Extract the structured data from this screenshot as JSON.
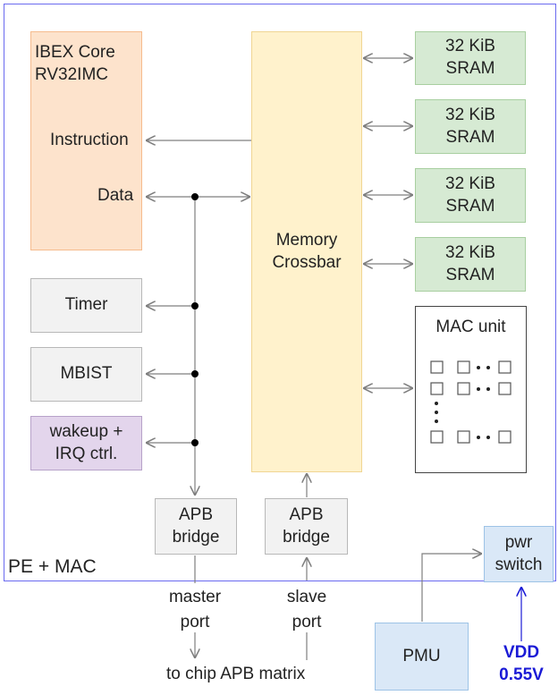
{
  "pe_label": "PE + MAC",
  "core": {
    "line1": "IBEX Core",
    "line2": "RV32IMC",
    "instruction": "Instruction",
    "data": "Data"
  },
  "crossbar": {
    "line1": "Memory",
    "line2": "Crossbar"
  },
  "srams": [
    {
      "line1": "32 KiB",
      "line2": "SRAM"
    },
    {
      "line1": "32 KiB",
      "line2": "SRAM"
    },
    {
      "line1": "32 KiB",
      "line2": "SRAM"
    },
    {
      "line1": "32 KiB",
      "line2": "SRAM"
    }
  ],
  "mac": {
    "title": "MAC unit"
  },
  "timer": "Timer",
  "mbist": "MBIST",
  "wakeup": {
    "line1": "wakeup +",
    "line2": "IRQ ctrl."
  },
  "apb_master": {
    "line1": "APB",
    "line2": "bridge"
  },
  "apb_slave": {
    "line1": "APB",
    "line2": "bridge"
  },
  "master_port": {
    "line1": "master",
    "line2": "port"
  },
  "slave_port": {
    "line1": "slave",
    "line2": "port"
  },
  "apb_matrix": "to chip APB matrix",
  "pwr_switch": {
    "line1": "pwr",
    "line2": "switch"
  },
  "pmu": "PMU",
  "vdd": {
    "line1": "VDD",
    "line2": "0.55V"
  },
  "colors": {
    "core_fill": "#fde3cc",
    "core_border": "#f6bc8e",
    "crossbar_fill": "#fff2cc",
    "crossbar_border": "#f0d693",
    "sram_fill": "#d6ead3",
    "sram_border": "#a8cfa0",
    "gray_fill": "#f2f2f2",
    "gray_border": "#b8b8b8",
    "wakeup_fill": "#e3d5ec",
    "wakeup_border": "#b7a2c9",
    "pwr_fill": "#dae8f7",
    "pwr_border": "#9dc3e6",
    "pe_border": "#6a6af0",
    "vdd_color": "#1a1ad6",
    "wire": "#7f7f7f"
  }
}
